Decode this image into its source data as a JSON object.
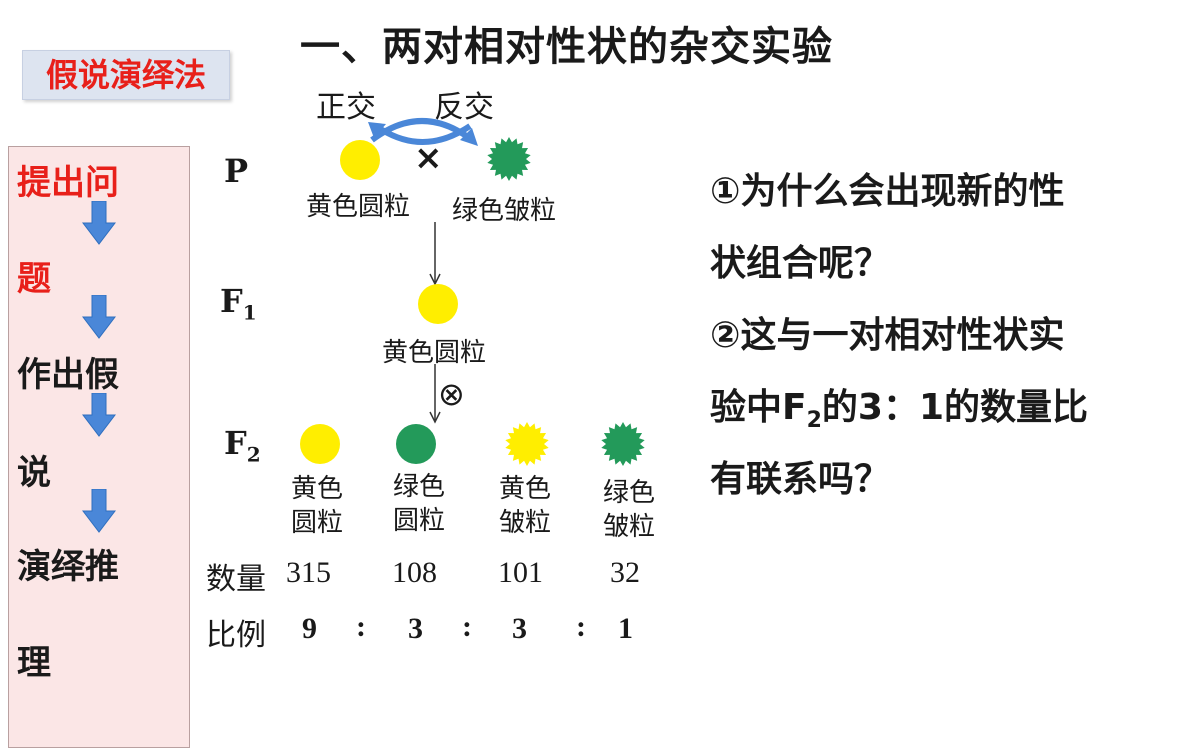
{
  "title": "一、两对相对性状的杂交实验",
  "method_label": "假说演绎法",
  "steps": {
    "line1a": "提出问",
    "line1b": "题",
    "line2a": "作出假",
    "line2b": "说",
    "line3a": "演绎推",
    "line3b": "理"
  },
  "cross": {
    "forward": "正交",
    "reverse": "反交",
    "cross_symbol": "×",
    "self_symbol": "⊗"
  },
  "generations": {
    "p": "P",
    "f1": "F",
    "f1_sub": "1",
    "f2": "F",
    "f2_sub": "2"
  },
  "parents": {
    "left_label": "黄色圆粒",
    "right_label": "绿色皱粒"
  },
  "f1_label": "黄色圆粒",
  "f2_phenotypes": [
    {
      "line1": "黄色",
      "line2": "圆粒",
      "count": "315",
      "ratio": "9"
    },
    {
      "line1": "绿色",
      "line2": "圆粒",
      "count": "108",
      "ratio": "3"
    },
    {
      "line1": "黄色",
      "line2": "皱粒",
      "count": "101",
      "ratio": "3"
    },
    {
      "line1": "绿色",
      "line2": "皱粒",
      "count": "32",
      "ratio": "1"
    }
  ],
  "count_label": "数量",
  "ratio_label": "比例",
  "ratio_sep": ":",
  "questions": {
    "q1_line1": "①为什么会出现新的性",
    "q1_line2": "状组合呢？",
    "q2_line1": "②这与一对相对性状实",
    "q2_line2a": "验中F",
    "q2_line2sub": "2",
    "q2_line2b": "的3：1的数量比",
    "q2_line3": "有联系吗？"
  },
  "colors": {
    "yellow_pea": "#ffee00",
    "green_pea": "#239a5a",
    "step_red": "#e8201a",
    "arrow_blue": "#4a87d8",
    "panel_pink": "#fbe6e6"
  }
}
